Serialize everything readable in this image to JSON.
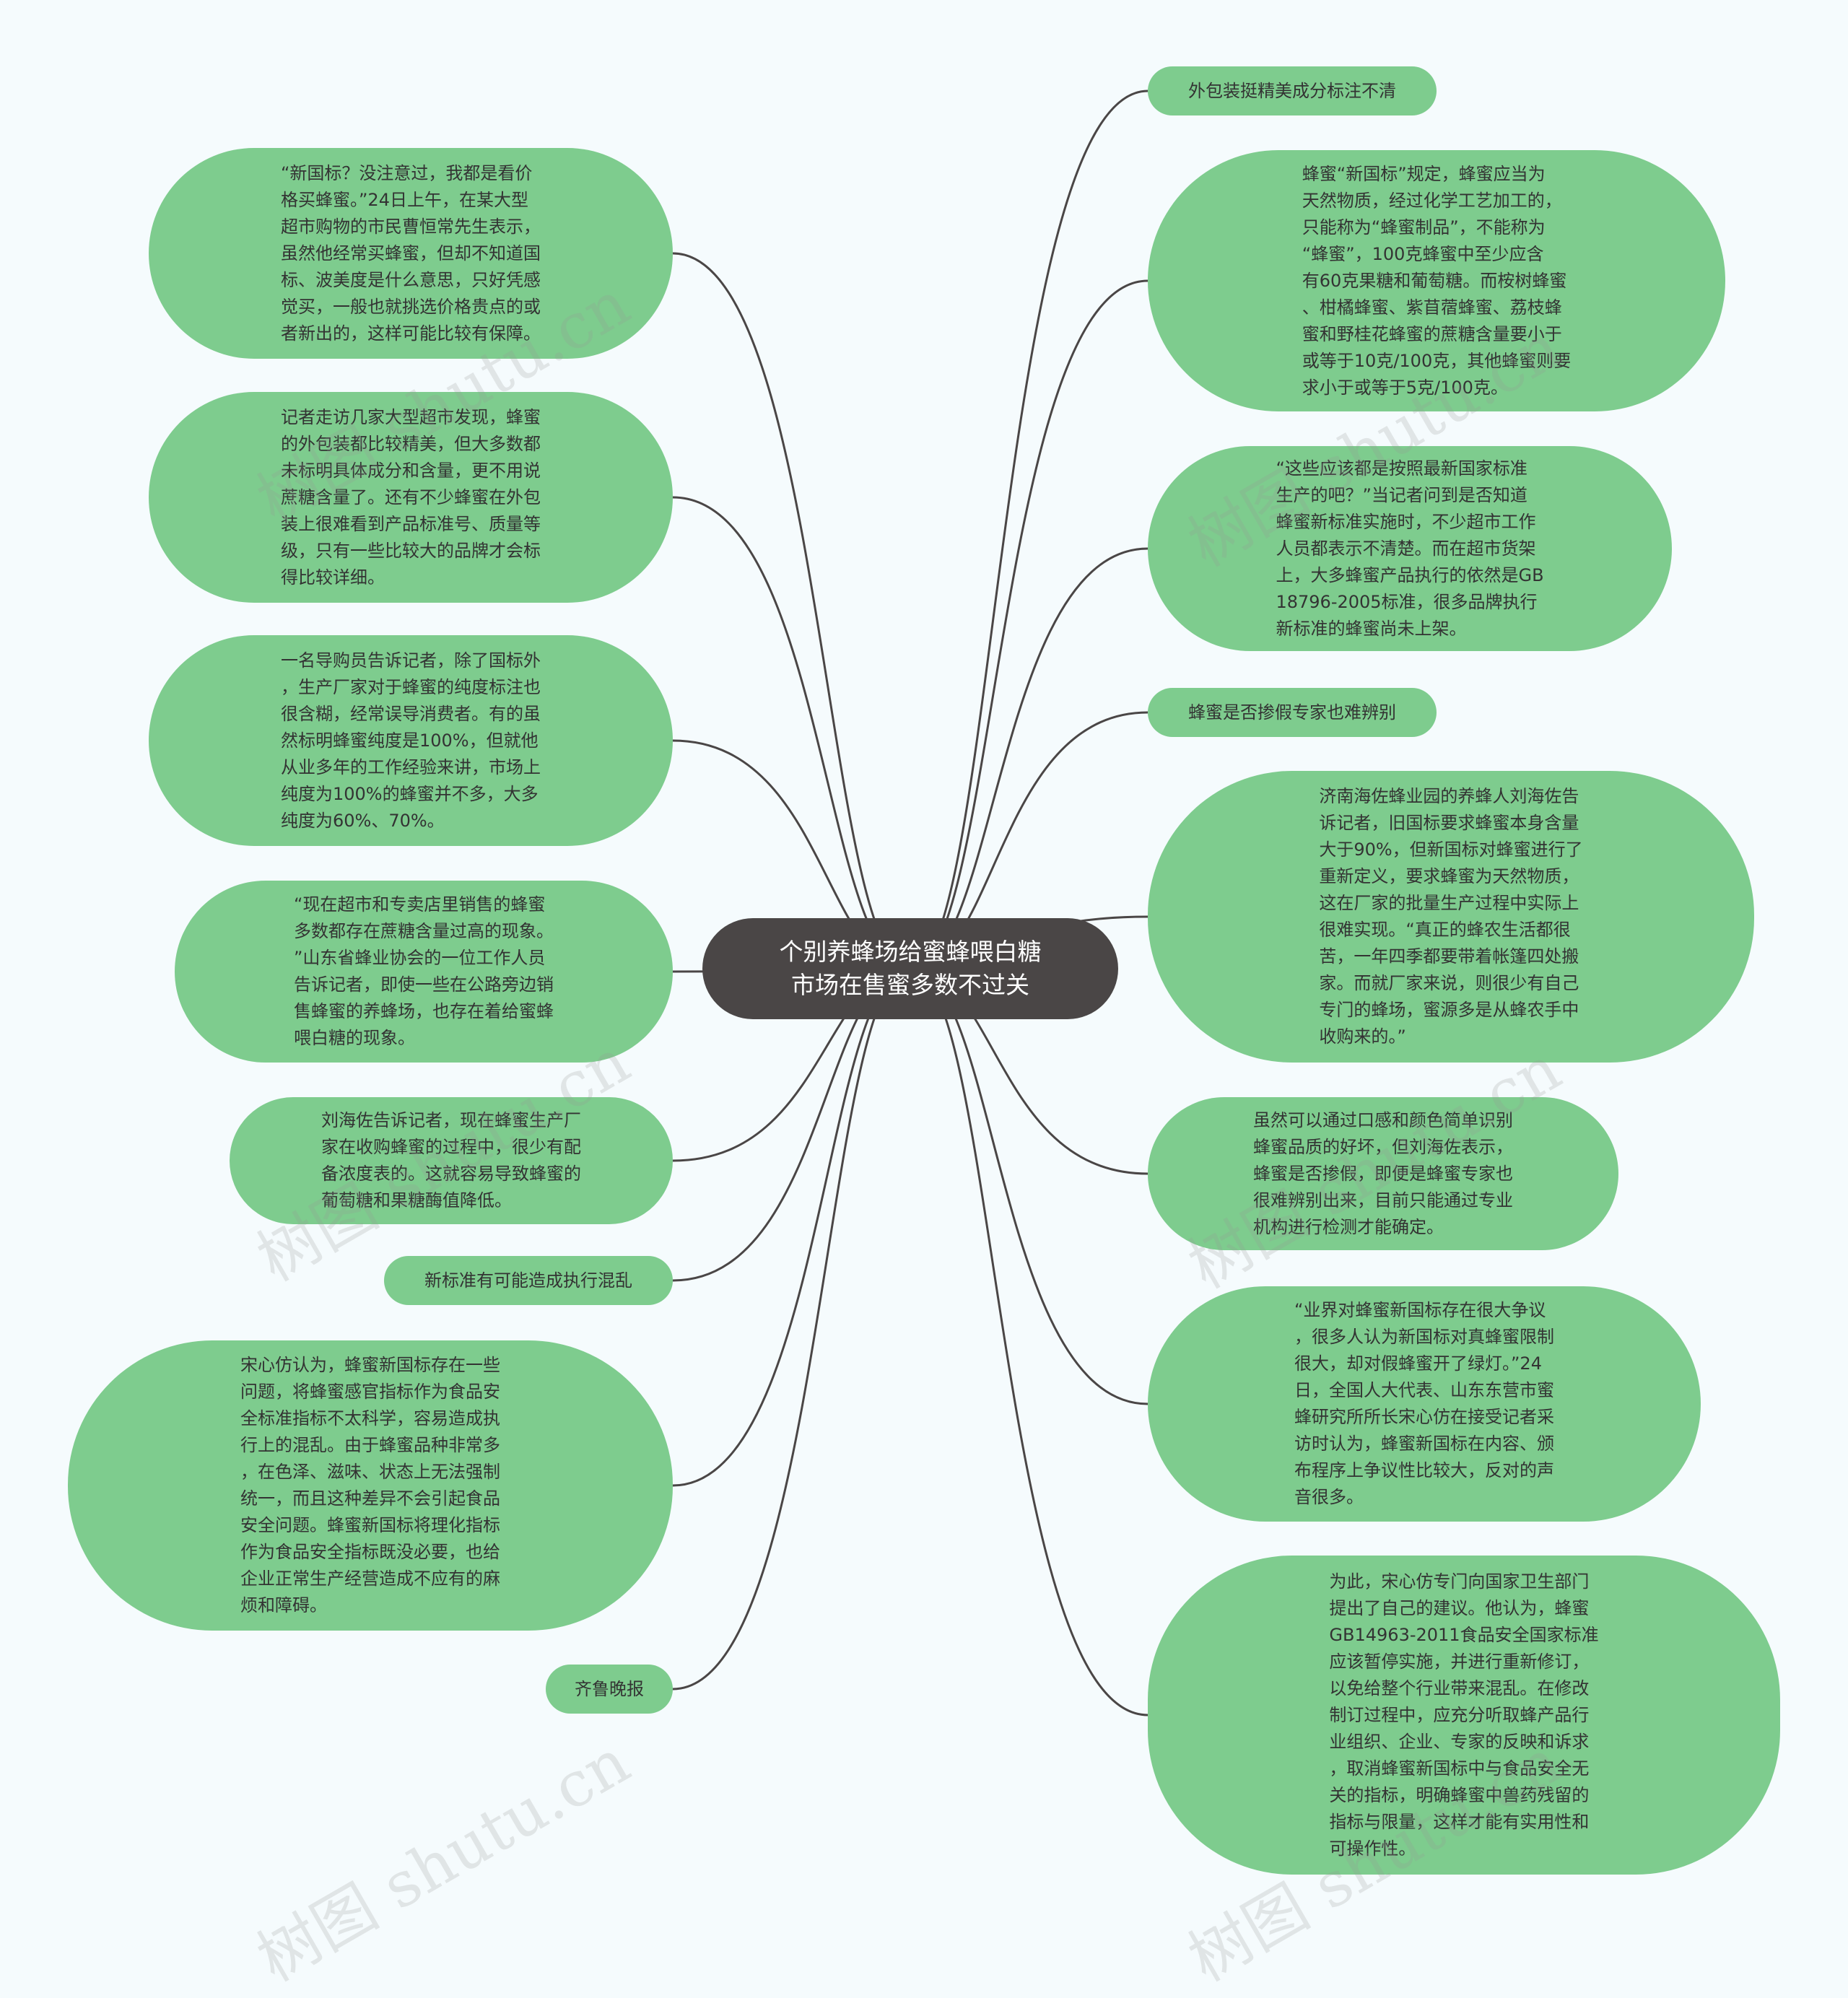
{
  "center": {
    "text": "个别养蜂场给蜜蜂喂白糖\n市场在售蜜多数不过关"
  },
  "right_nodes": [
    {
      "id": "r1",
      "text": "外包装挺精美成分标注不清"
    },
    {
      "id": "r2",
      "text": "蜂蜜“新国标”规定，蜂蜜应当为\n天然物质，经过化学工艺加工的，\n只能称为“蜂蜜制品”，不能称为\n“蜂蜜”，100克蜂蜜中至少应含\n有60克果糖和葡萄糖。而桉树蜂蜜\n、柑橘蜂蜜、紫苜蓿蜂蜜、荔枝蜂\n蜜和野桂花蜂蜜的蔗糖含量要小于\n或等于10克/100克，其他蜂蜜则要\n求小于或等于5克/100克。"
    },
    {
      "id": "r3",
      "text": "“这些应该都是按照最新国家标准\n生产的吧？”当记者问到是否知道\n蜂蜜新标准实施时，不少超市工作\n人员都表示不清楚。而在超市货架\n上，大多蜂蜜产品执行的依然是GB\n18796-2005标准，很多品牌执行\n新标准的蜂蜜尚未上架。"
    },
    {
      "id": "r4",
      "text": "蜂蜜是否掺假专家也难辨别"
    },
    {
      "id": "r5",
      "text": "济南海佐蜂业园的养蜂人刘海佐告\n诉记者，旧国标要求蜂蜜本身含量\n大于90%，但新国标对蜂蜜进行了\n重新定义，要求蜂蜜为天然物质，\n这在厂家的批量生产过程中实际上\n很难实现。“真正的蜂农生活都很\n苦，一年四季都要带着帐篷四处搬\n家。而就厂家来说，则很少有自己\n专门的蜂场，蜜源多是从蜂农手中\n收购来的。”"
    },
    {
      "id": "r6",
      "text": "虽然可以通过口感和颜色简单识别\n蜂蜜品质的好坏，但刘海佐表示，\n蜂蜜是否掺假，即便是蜂蜜专家也\n很难辨别出来，目前只能通过专业\n机构进行检测才能确定。"
    },
    {
      "id": "r7",
      "text": "“业界对蜂蜜新国标存在很大争议\n，很多人认为新国标对真蜂蜜限制\n很大，却对假蜂蜜开了绿灯。”24\n日，全国人大代表、山东东营市蜜\n蜂研究所所长宋心仿在接受记者采\n访时认为，蜂蜜新国标在内容、颁\n布程序上争议性比较大，反对的声\n音很多。"
    },
    {
      "id": "r8",
      "text": "为此，宋心仿专门向国家卫生部门\n提出了自己的建议。他认为，蜂蜜\nGB14963-2011食品安全国家标准\n应该暂停实施，并进行重新修订，\n以免给整个行业带来混乱。在修改\n制订过程中，应充分听取蜂产品行\n业组织、企业、专家的反映和诉求\n，取消蜂蜜新国标中与食品安全无\n关的指标，明确蜂蜜中兽药残留的\n指标与限量，这样才能有实用性和\n可操作性。"
    }
  ],
  "left_nodes": [
    {
      "id": "l1",
      "text": "“新国标？没注意过，我都是看价\n格买蜂蜜。”24日上午，在某大型\n超市购物的市民曹恒常先生表示，\n虽然他经常买蜂蜜，但却不知道国\n标、波美度是什么意思，只好凭感\n觉买，一般也就挑选价格贵点的或\n者新出的，这样可能比较有保障。"
    },
    {
      "id": "l2",
      "text": "记者走访几家大型超市发现，蜂蜜\n的外包装都比较精美，但大多数都\n未标明具体成分和含量，更不用说\n蔗糖含量了。还有不少蜂蜜在外包\n装上很难看到产品标准号、质量等\n级，只有一些比较大的品牌才会标\n得比较详细。"
    },
    {
      "id": "l3",
      "text": "一名导购员告诉记者，除了国标外\n，生产厂家对于蜂蜜的纯度标注也\n很含糊，经常误导消费者。有的虽\n然标明蜂蜜纯度是100%，但就他\n从业多年的工作经验来讲，市场上\n纯度为100%的蜂蜜并不多，大多\n纯度为60%、70%。"
    },
    {
      "id": "l4",
      "text": "“现在超市和专卖店里销售的蜂蜜\n多数都存在蔗糖含量过高的现象。\n”山东省蜂业协会的一位工作人员\n告诉记者，即使一些在公路旁边销\n售蜂蜜的养蜂场，也存在着给蜜蜂\n喂白糖的现象。"
    },
    {
      "id": "l5",
      "text": "刘海佐告诉记者，现在蜂蜜生产厂\n家在收购蜂蜜的过程中，很少有配\n备浓度表的。这就容易导致蜂蜜的\n葡萄糖和果糖酶值降低。"
    },
    {
      "id": "l6",
      "text": "新标准有可能造成执行混乱"
    },
    {
      "id": "l7",
      "text": "宋心仿认为，蜂蜜新国标存在一些\n问题，将蜂蜜感官指标作为食品安\n全标准指标不太科学，容易造成执\n行上的混乱。由于蜂蜜品种非常多\n，在色泽、滋味、状态上无法强制\n统一，而且这种差异不会引起食品\n安全问题。蜂蜜新国标将理化指标\n作为食品安全指标既没必要，也给\n企业正常生产经营造成不应有的麻\n烦和障碍。"
    },
    {
      "id": "l8",
      "text": "齐鲁晚报"
    }
  ],
  "watermark": {
    "text": "树图 shutu.cn"
  },
  "colors": {
    "node_fill": "#7ecc8e",
    "center_fill": "#4a4646",
    "line": "#4a4646",
    "background": "#f5fbfd"
  }
}
